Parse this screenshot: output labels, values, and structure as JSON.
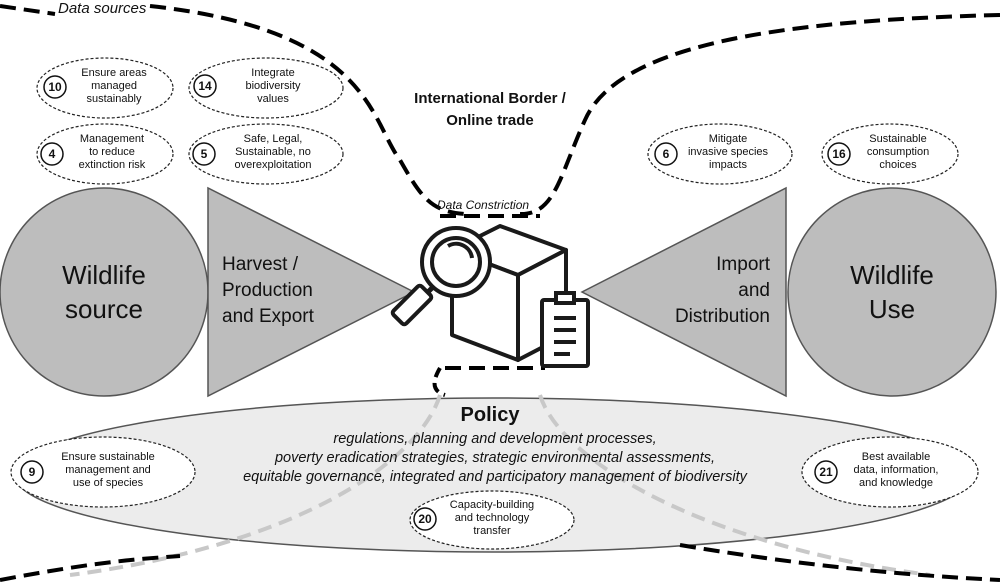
{
  "data_sources_label": "Data sources",
  "border_label": {
    "line1": "International Border /",
    "line2": "Online trade"
  },
  "data_constriction_label": "Data Constriction",
  "wildlife_source": {
    "line1": "Wildlife",
    "line2": "source"
  },
  "wildlife_use": {
    "line1": "Wildlife",
    "line2": "Use"
  },
  "harvest": {
    "line1": "Harvest /",
    "line2": "Production",
    "line3": "and Export"
  },
  "import": {
    "line1": "Import",
    "line2": "and",
    "line3": "Distribution"
  },
  "policy": {
    "title": "Policy",
    "line1": "regulations, planning and development processes,",
    "line2": "poverty eradication strategies, strategic environmental assessments,",
    "line3": "equitable governance, integrated and participatory management of biodiversity"
  },
  "targets": {
    "t10": {
      "num": "10",
      "line1": "Ensure areas",
      "line2": "managed",
      "line3": "sustainably"
    },
    "t14": {
      "num": "14",
      "line1": "Integrate",
      "line2": "biodiversity",
      "line3": "values"
    },
    "t4": {
      "num": "4",
      "line1": "Management",
      "line2": "to reduce",
      "line3": "extinction risk"
    },
    "t5": {
      "num": "5",
      "line1": "Safe, Legal,",
      "line2": "Sustainable, no",
      "line3": "overexploitation"
    },
    "t6": {
      "num": "6",
      "line1": "Mitigate",
      "line2": "invasive species",
      "line3": "impacts"
    },
    "t16": {
      "num": "16",
      "line1": "Sustainable",
      "line2": "consumption",
      "line3": "choices"
    },
    "t9": {
      "num": "9",
      "line1": "Ensure sustainable",
      "line2": "management and",
      "line3": "use of species"
    },
    "t20": {
      "num": "20",
      "line1": "Capacity-building",
      "line2": "and technology",
      "line3": "transfer"
    },
    "t21": {
      "num": "21",
      "line1": "Best available",
      "line2": "data, information,",
      "line3": "and knowledge"
    }
  },
  "icons": [
    "magnifying-glass-icon",
    "box-icon",
    "clipboard-icon"
  ],
  "colors": {
    "circle_fill": "#bdbdbd",
    "triangle_fill": "#bdbdbd",
    "policy_fill": "#ececec",
    "dash": "#000000",
    "faint_dash": "#c8c8c8"
  }
}
